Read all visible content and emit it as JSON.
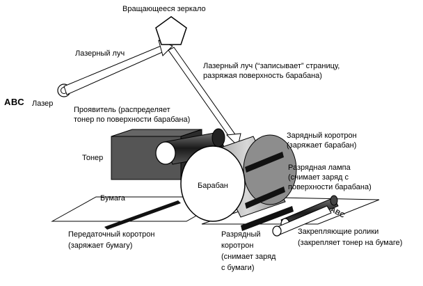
{
  "labels": {
    "mirror": "Вращающееся зеркало",
    "laser_beam": "Лазерный луч",
    "laser_write_1": "Лазерный луч (“записывает” страницу,",
    "laser_write_2": "разряжая поверхность барабана)",
    "abc": "АВС",
    "laser": "Лазер",
    "developer_1": "Проявитель (распределяет",
    "developer_2": "тонер по поверхности барабана)",
    "charge_corotron_1": "Зарядный коротрон",
    "charge_corotron_2": "(заряжает барабан)",
    "toner": "Тонер",
    "drum": "Барабан",
    "discharge_lamp_1": "Разрядная лампа",
    "discharge_lamp_2": "(снимает заряд с",
    "discharge_lamp_3": "поверхности барабана)",
    "paper": "Бумага",
    "transfer_corotron_1": "Передаточный коротрон",
    "transfer_corotron_2": "(заряжает бумагу)",
    "discharge_corotron_1": "Разрядный",
    "discharge_corotron_2": "коротрон",
    "discharge_corotron_3": "(снимает заряд",
    "discharge_corotron_4": "с бумаги)",
    "fuser_1": "Закрепляющие ролики",
    "fuser_2": "(закрепляет тонер на бумаге)",
    "paper_print": "ABC"
  }
}
